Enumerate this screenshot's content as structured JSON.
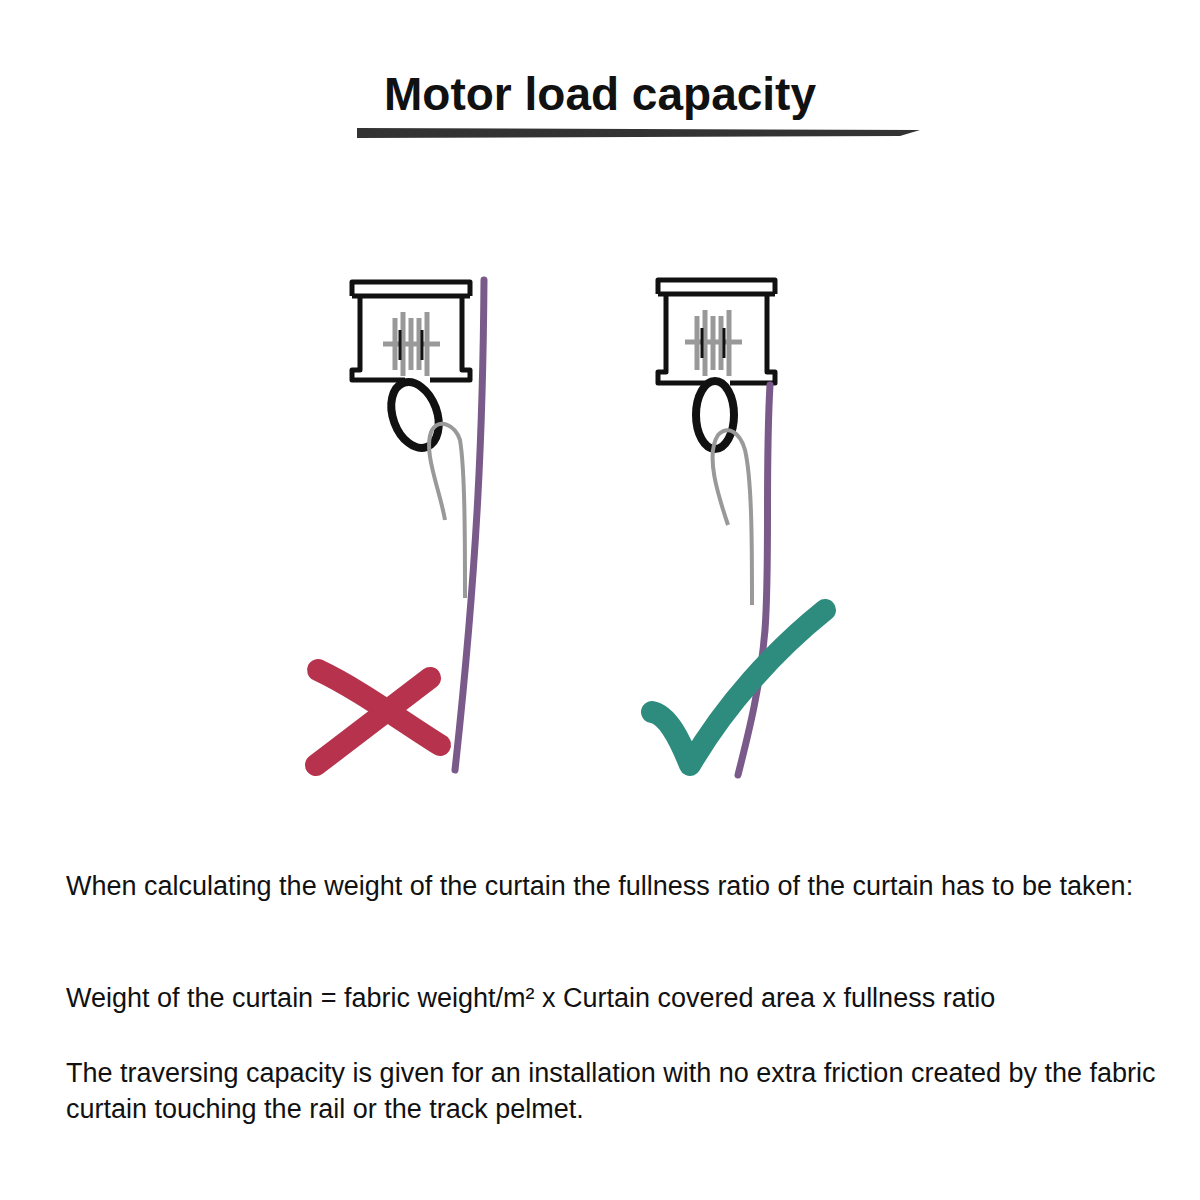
{
  "diagram": {
    "title": "Motor load capacity",
    "labels": [
      "When calculating the weight of the curtain the fullness ratio of the curtain has to be taken:",
      "Weight of the curtain = fabric weight/m² x Curtain covered area x fullness ratio",
      "The traversing capacity is given for an installation with no extra friction created by the fabric curtain touching the rail or the track pelmet."
    ]
  }
}
